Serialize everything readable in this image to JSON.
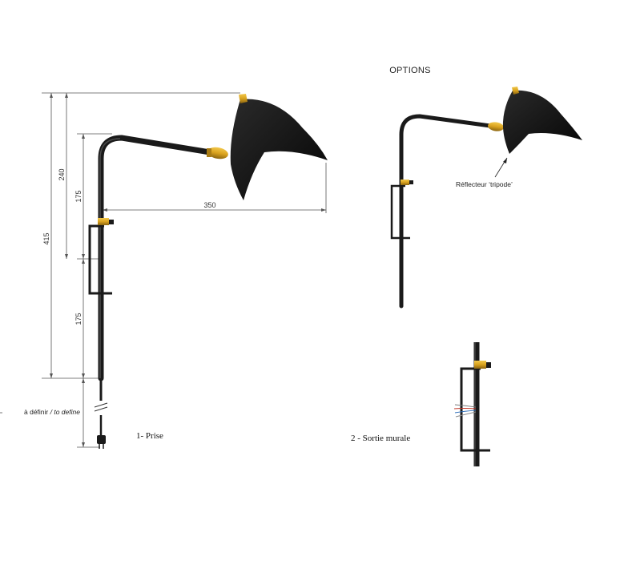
{
  "title": "OPTIONS",
  "dimensions": {
    "overall_height": "415",
    "upper_height": "240",
    "arm_height": "175",
    "lower_height": "175",
    "reach": "350"
  },
  "cable_note": {
    "fr": "à définir",
    "separator": " / ",
    "en": "to define"
  },
  "captions": {
    "option1": "1- Prise",
    "option2": "2 -  Sortie murale"
  },
  "reflector_label": "Réflecteur ‘tripode’",
  "colors": {
    "lamp_body": "#1a1a1a",
    "brass": "#d9a21e",
    "dimension_line": "#555555"
  }
}
